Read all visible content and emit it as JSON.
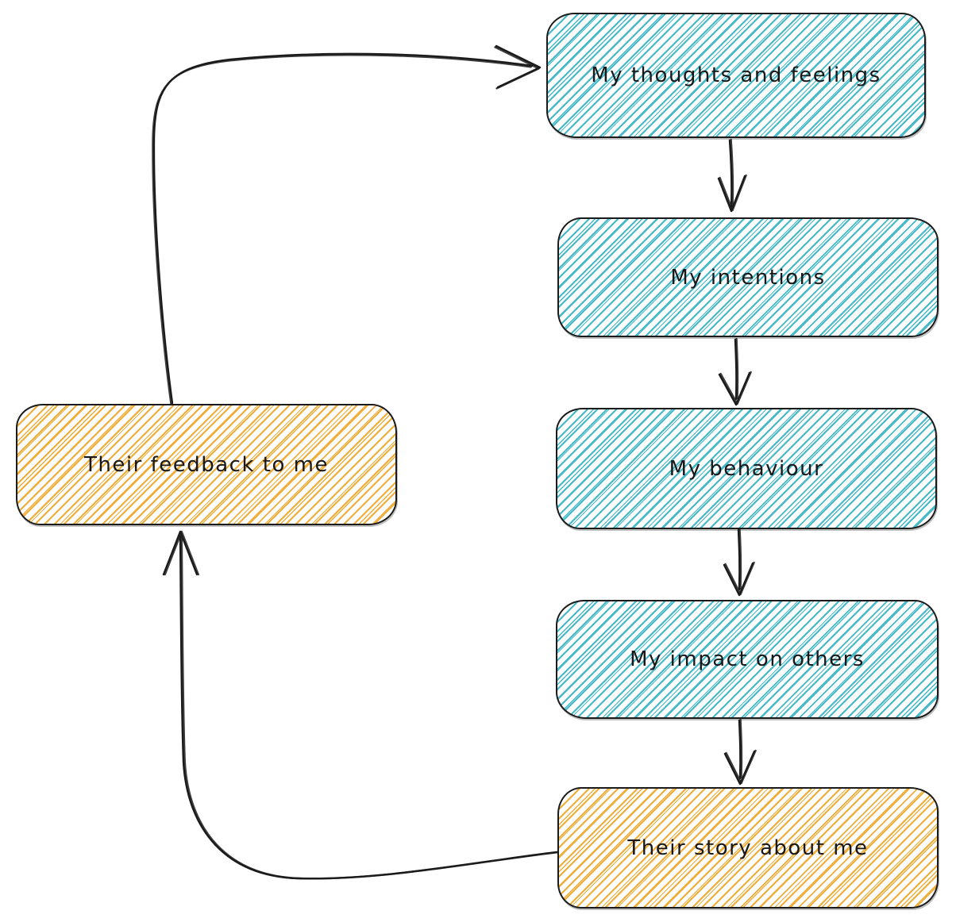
{
  "diagram": {
    "boxes": [
      {
        "id": "thoughts",
        "label": "My thoughts and feelings",
        "fill": "teal"
      },
      {
        "id": "intentions",
        "label": "My intentions",
        "fill": "teal"
      },
      {
        "id": "behaviour",
        "label": "My behaviour",
        "fill": "teal"
      },
      {
        "id": "impact",
        "label": "My impact on others",
        "fill": "teal"
      },
      {
        "id": "story",
        "label": "Their story about me",
        "fill": "yellow"
      },
      {
        "id": "feedback",
        "label": "Their feedback to me",
        "fill": "yellow"
      }
    ],
    "edges": [
      {
        "from": "thoughts",
        "to": "intentions"
      },
      {
        "from": "intentions",
        "to": "behaviour"
      },
      {
        "from": "behaviour",
        "to": "impact"
      },
      {
        "from": "impact",
        "to": "story"
      },
      {
        "from": "story",
        "to": "feedback"
      },
      {
        "from": "feedback",
        "to": "thoughts"
      }
    ]
  },
  "colors": {
    "ink": "#1b1b1b",
    "teal-hatch": "#46b9c8",
    "yellow-hatch": "#f0ad3a",
    "background": "#ffffff"
  }
}
